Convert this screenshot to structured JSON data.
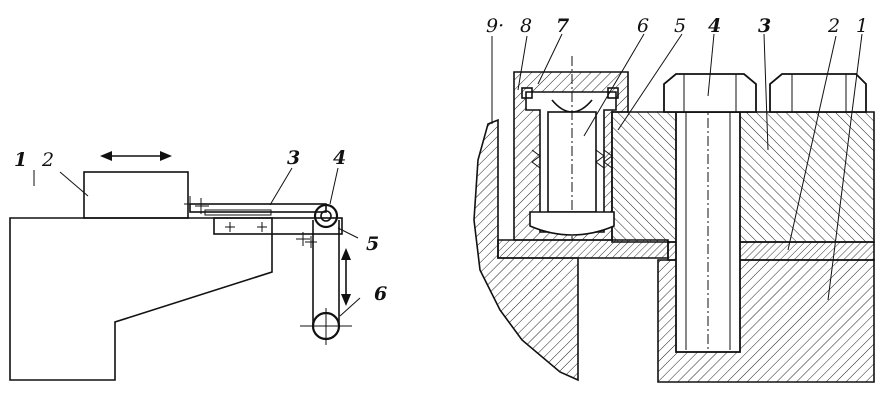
{
  "left_figure": {
    "labels": [
      {
        "id": "1",
        "text": "1"
      },
      {
        "id": "2",
        "text": "2"
      },
      {
        "id": "3",
        "text": "3"
      },
      {
        "id": "4",
        "text": "4"
      },
      {
        "id": "5",
        "text": "5"
      },
      {
        "id": "6",
        "text": "6"
      }
    ]
  },
  "right_figure": {
    "labels": [
      {
        "id": "9",
        "text": "9·"
      },
      {
        "id": "8",
        "text": "8"
      },
      {
        "id": "7",
        "text": "7"
      },
      {
        "id": "6",
        "text": "6"
      },
      {
        "id": "5",
        "text": "5"
      },
      {
        "id": "4",
        "text": "4"
      },
      {
        "id": "3",
        "text": "3"
      },
      {
        "id": "2",
        "text": "2"
      },
      {
        "id": "1",
        "text": "1"
      }
    ]
  }
}
